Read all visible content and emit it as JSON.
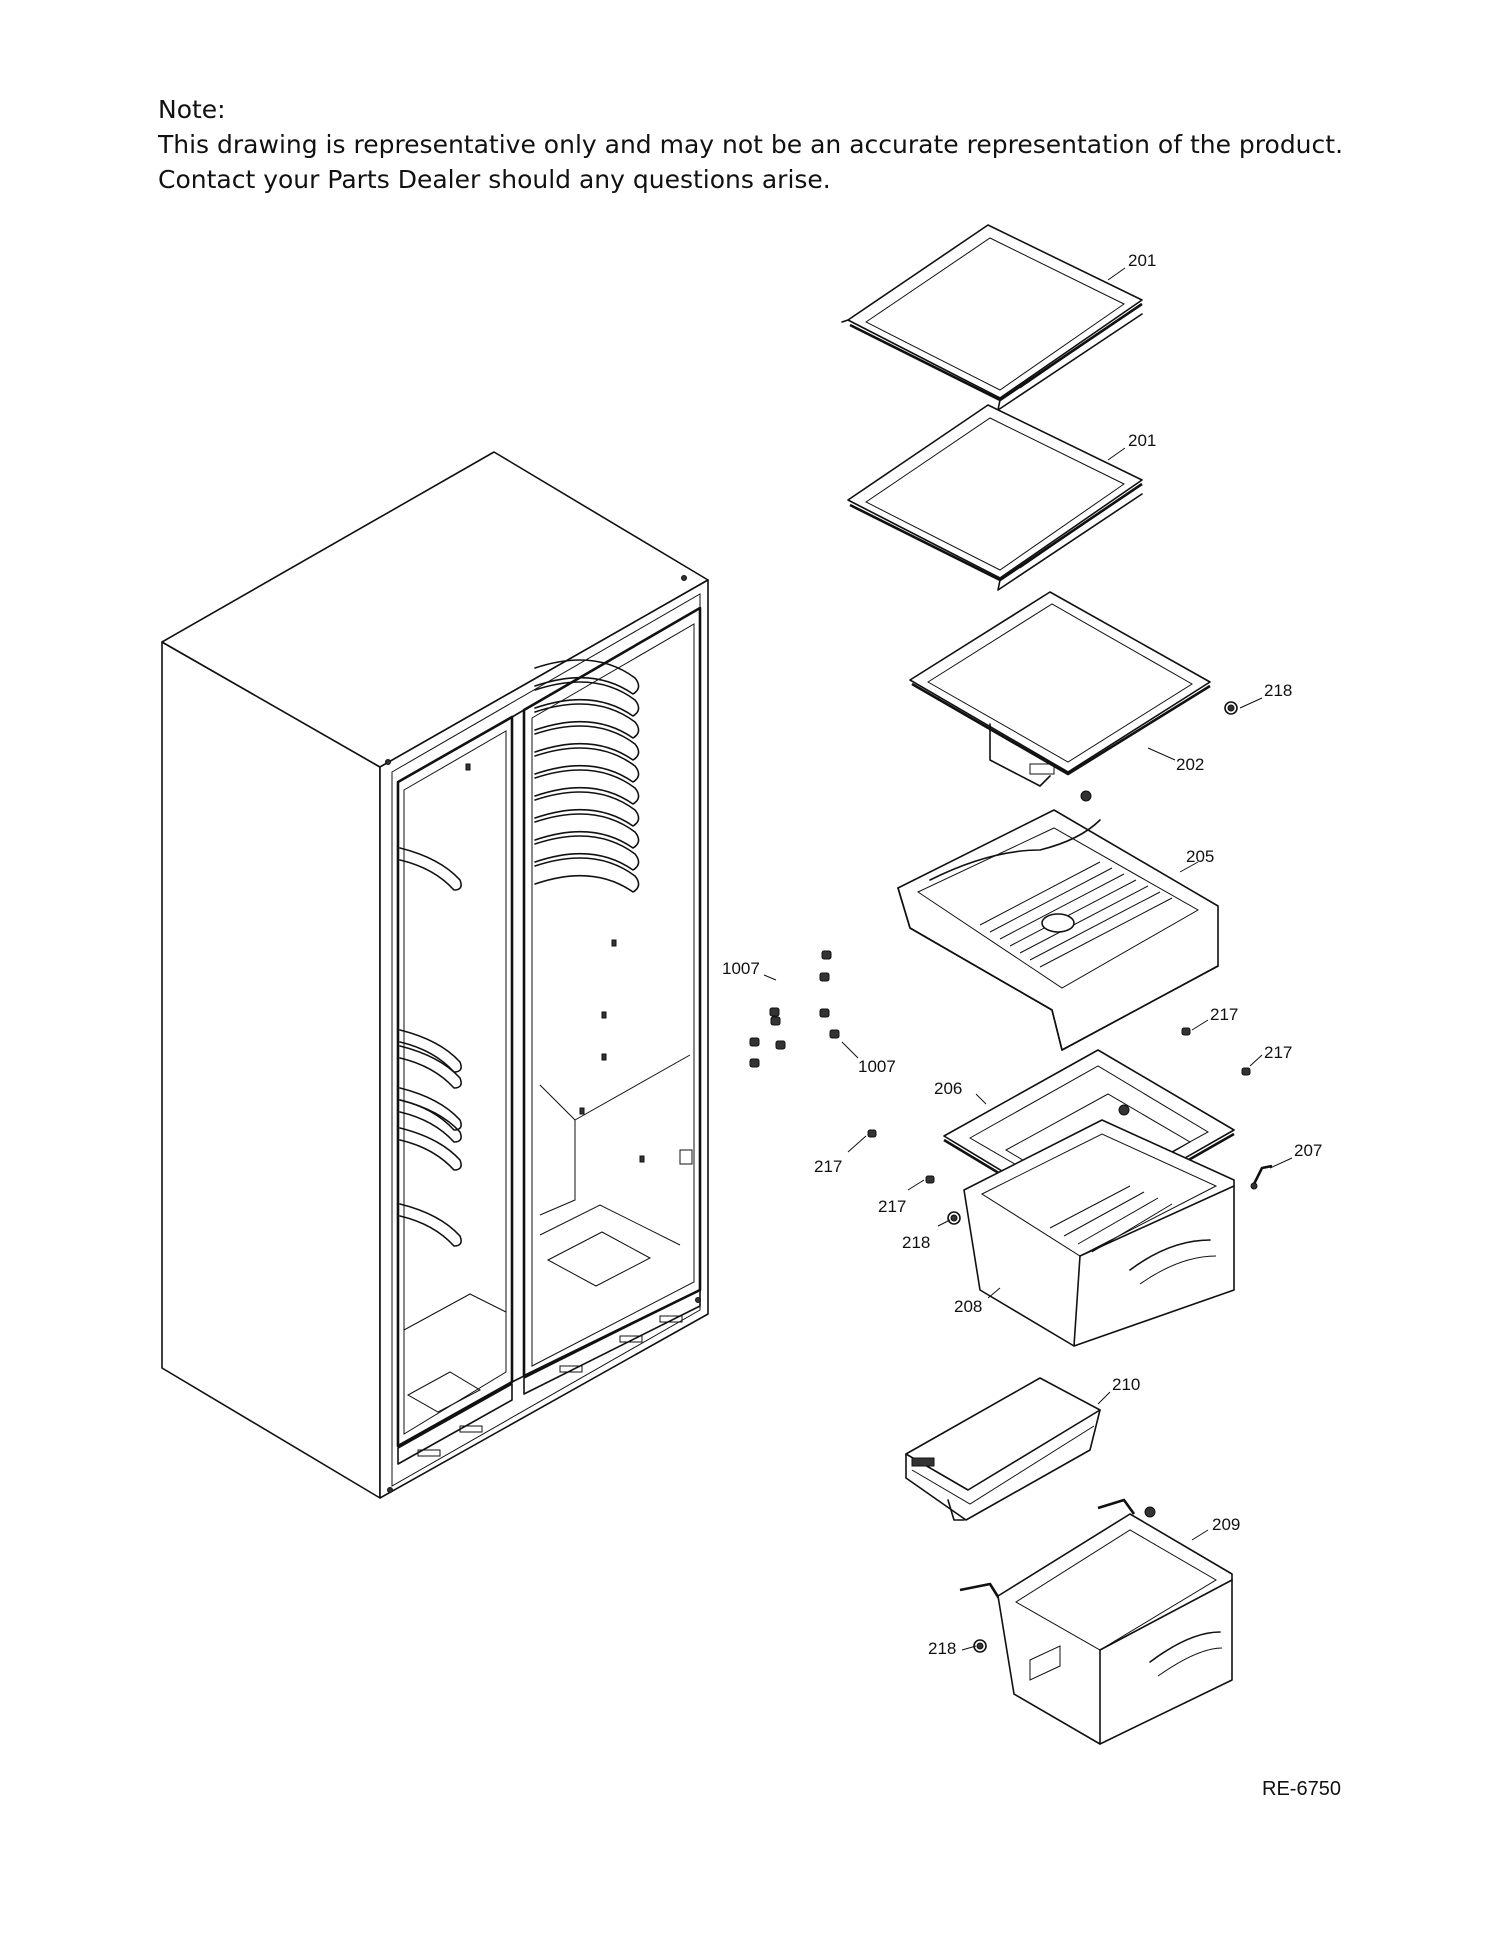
{
  "note": {
    "heading": "Note:",
    "line1": "This drawing is representative only and may not be an accurate representation of the product.",
    "line2": "Contact your Parts Dealer should any questions arise."
  },
  "callouts": {
    "shelf_top": "201",
    "shelf_second": "201",
    "shelf_spill": "202",
    "cap_218_a": "218",
    "pan_205": "205",
    "screw_1007_a": "1007",
    "screw_1007_b": "1007",
    "pin_217_a": "217",
    "pin_217_b": "217",
    "pin_217_c": "217",
    "pin_217_d": "217",
    "frame_206": "206",
    "clip_207": "207",
    "cap_218_b": "218",
    "drawer_208": "208",
    "cover_210": "210",
    "drawer_209": "209",
    "cap_218_c": "218"
  },
  "drawing_code": "RE-6750"
}
